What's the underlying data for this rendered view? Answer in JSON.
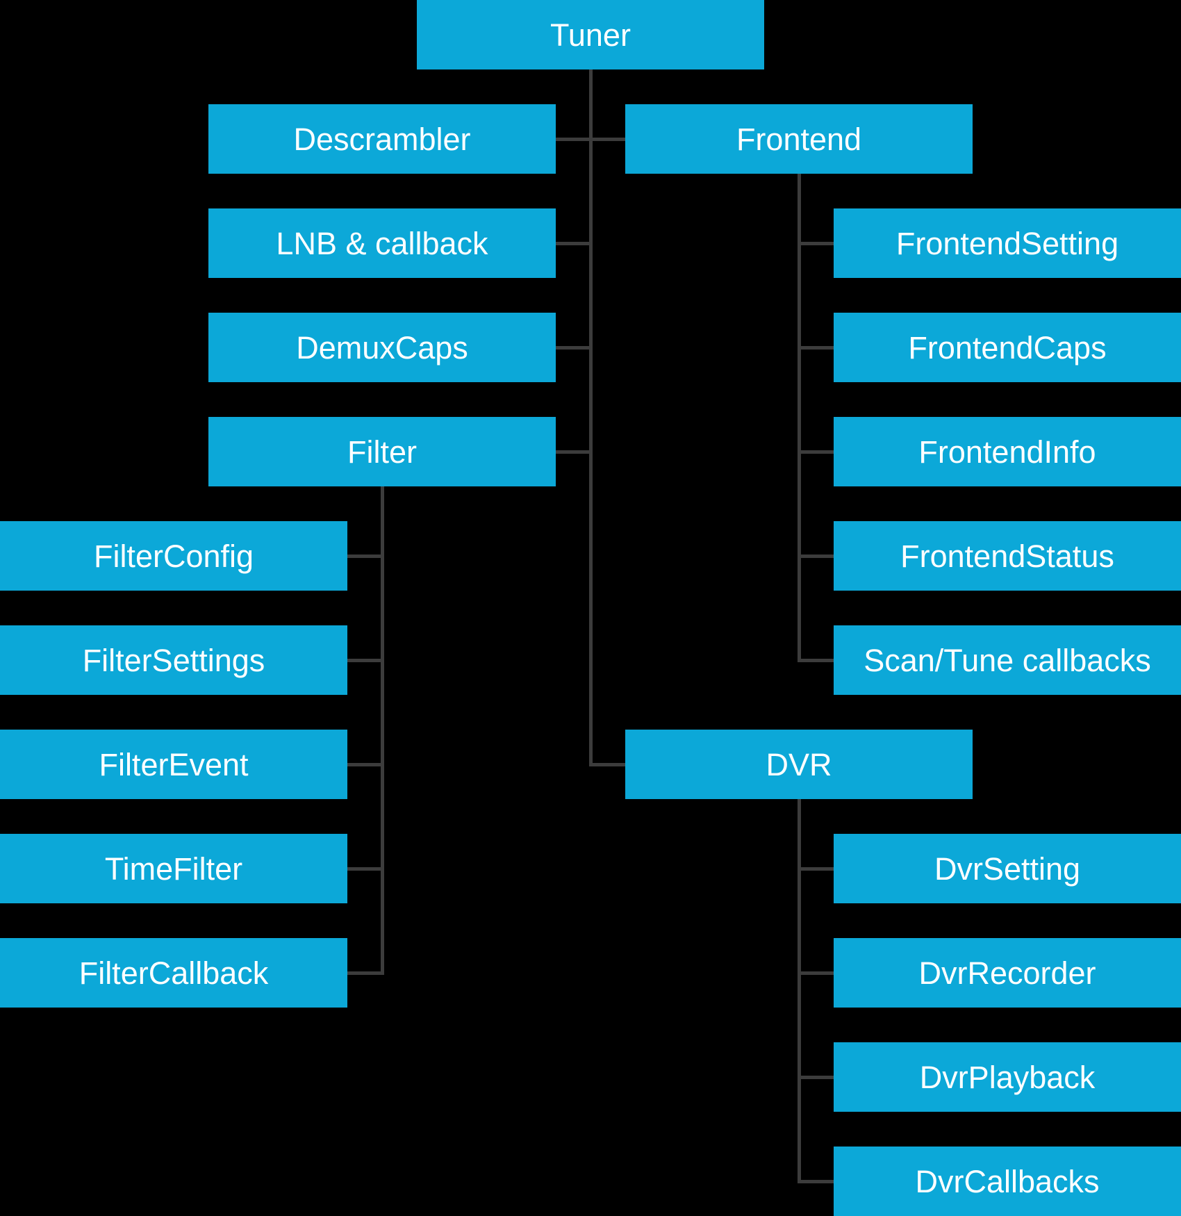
{
  "colors": {
    "background": "#000000",
    "node_fill": "#0ca8d8",
    "node_text": "#ffffff",
    "connector": "#3c3c3c"
  },
  "nodes": {
    "tuner": {
      "label": "Tuner"
    },
    "descrambler": {
      "label": "Descrambler"
    },
    "frontend": {
      "label": "Frontend"
    },
    "lnb": {
      "label": "LNB & callback"
    },
    "frontendsetting": {
      "label": "FrontendSetting"
    },
    "demuxcaps": {
      "label": "DemuxCaps"
    },
    "frontendcaps": {
      "label": "FrontendCaps"
    },
    "filter": {
      "label": "Filter"
    },
    "frontendinfo": {
      "label": "FrontendInfo"
    },
    "filterconfig": {
      "label": "FilterConfig"
    },
    "frontendstatus": {
      "label": "FrontendStatus"
    },
    "filtersettings": {
      "label": "FilterSettings"
    },
    "scantune": {
      "label": "Scan/Tune callbacks"
    },
    "filterevent": {
      "label": "FilterEvent"
    },
    "dvr": {
      "label": "DVR"
    },
    "timefilter": {
      "label": "TimeFilter"
    },
    "dvrsetting": {
      "label": "DvrSetting"
    },
    "filtercallback": {
      "label": "FilterCallback"
    },
    "dvrrecorder": {
      "label": "DvrRecorder"
    },
    "dvrplayback": {
      "label": "DvrPlayback"
    },
    "dvrcallbacks": {
      "label": "DvrCallbacks"
    }
  },
  "hierarchy": {
    "root": "Tuner",
    "children_of_tuner": [
      "Descrambler",
      "LNB & callback",
      "DemuxCaps",
      "Filter",
      "Frontend",
      "DVR"
    ],
    "children_of_filter": [
      "FilterConfig",
      "FilterSettings",
      "FilterEvent",
      "TimeFilter",
      "FilterCallback"
    ],
    "children_of_frontend": [
      "FrontendSetting",
      "FrontendCaps",
      "FrontendInfo",
      "FrontendStatus",
      "Scan/Tune callbacks"
    ],
    "children_of_dvr": [
      "DvrSetting",
      "DvrRecorder",
      "DvrPlayback",
      "DvrCallbacks"
    ]
  }
}
